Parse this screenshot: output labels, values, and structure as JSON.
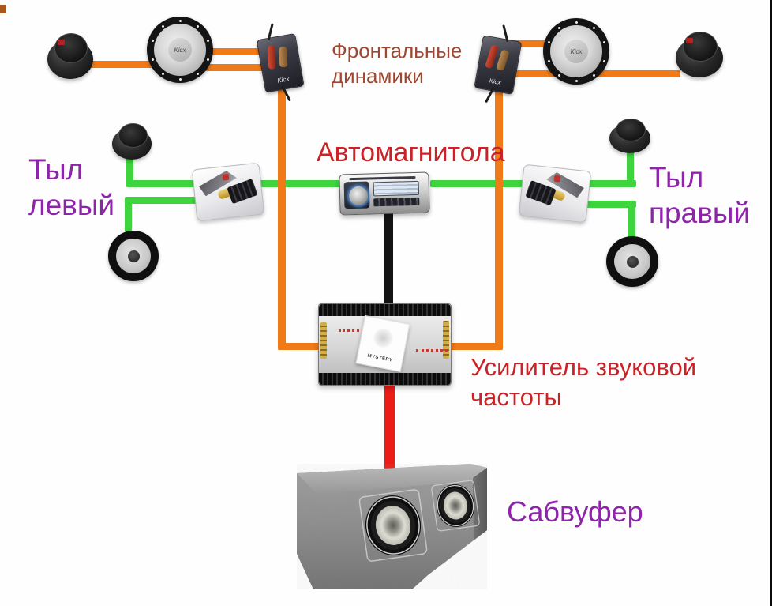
{
  "diagram": {
    "labels": {
      "front_speakers": "Фронтальные\nдинамики",
      "head_unit": "Автомагнитола",
      "rear_left": "Тыл\nлевый",
      "rear_right": "Тыл\nправый",
      "amplifier": "Усилитель звуковой\nчастоты",
      "subwoofer": "Сабвуфер"
    },
    "brands": {
      "speaker_logo": "Kicx",
      "crossover_logo": "Kicx",
      "amplifier_logo": "MYSTERY"
    },
    "colors": {
      "front_wires": "#ef7a17",
      "rear_wires": "#3ed43e",
      "signal_wire": "#141414",
      "subwoofer_wire": "#ec1c16",
      "label_front": "#9e4832",
      "label_red": "#cb2227",
      "label_purple": "#8e24aa"
    }
  }
}
